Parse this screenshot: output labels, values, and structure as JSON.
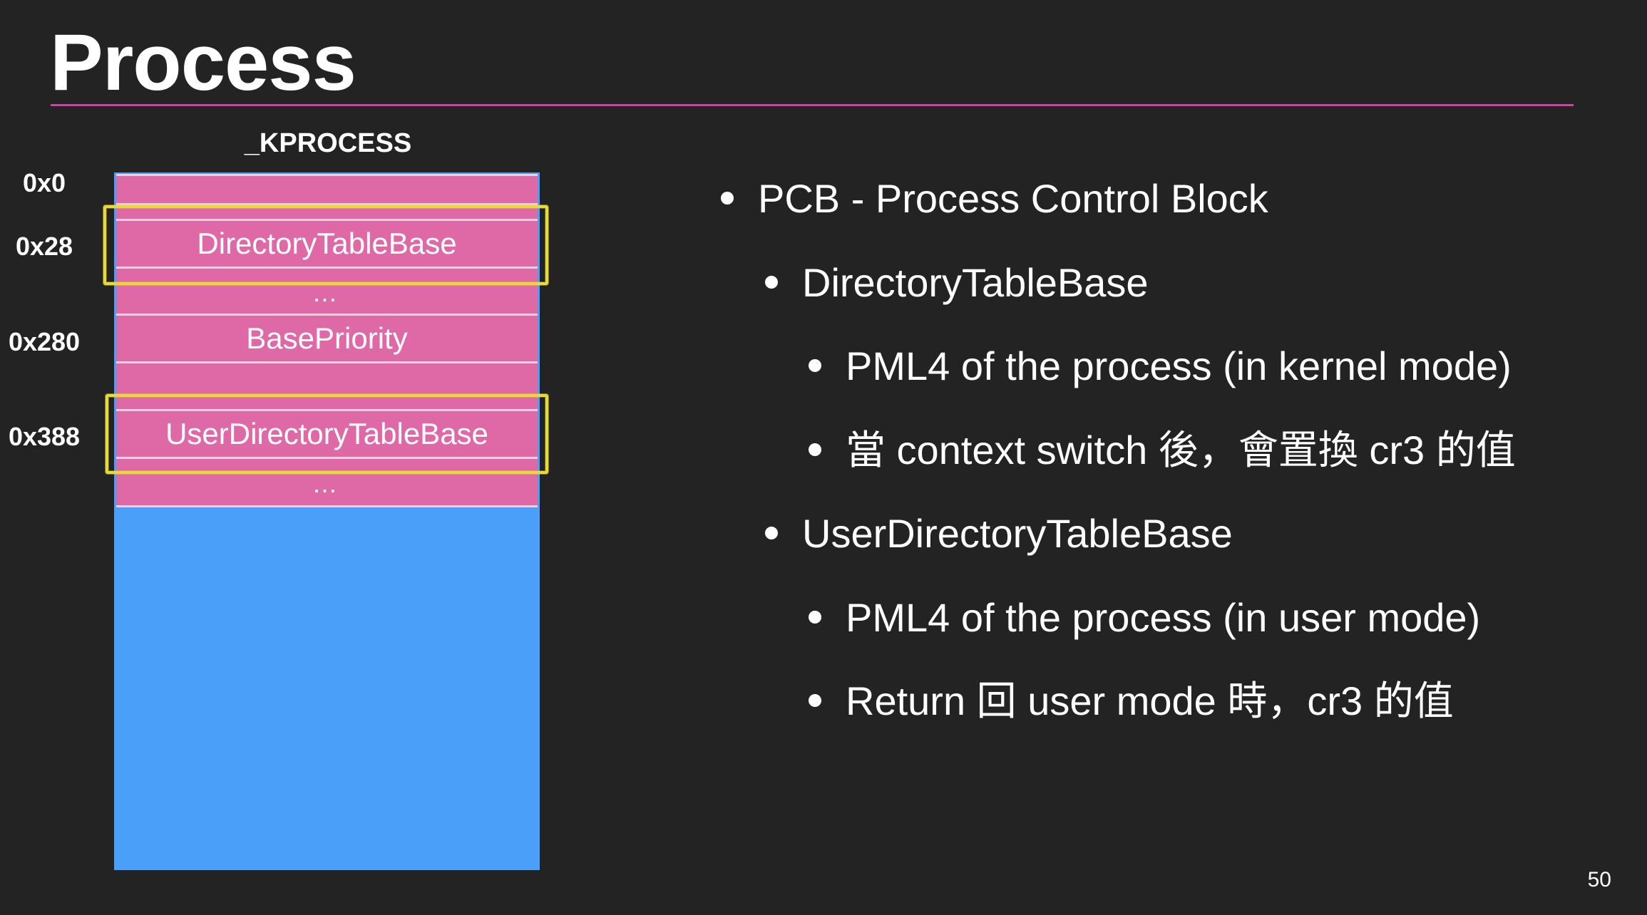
{
  "slide": {
    "title": "Process",
    "page_number": "50",
    "accent_color": "#d63fa8"
  },
  "diagram": {
    "struct_name": "_KPROCESS",
    "offsets": [
      "0x0",
      "0x28",
      "0x280",
      "0x388"
    ],
    "fields": [
      "",
      "",
      "DirectoryTableBase",
      "…",
      "BasePriority",
      "",
      "UserDirectoryTableBase",
      "…"
    ],
    "highlighted_fields": [
      "DirectoryTableBase",
      "UserDirectoryTableBase"
    ],
    "colors": {
      "struct_body": "#4aa0f8",
      "field_fill": "#df68a6",
      "highlight": "#e8d93a"
    }
  },
  "bullets": [
    {
      "level": 0,
      "text": "PCB - Process Control Block"
    },
    {
      "level": 1,
      "text": "DirectoryTableBase"
    },
    {
      "level": 2,
      "text": "PML4 of the process (in kernel mode)"
    },
    {
      "level": 2,
      "text": "當 context switch 後，會置換 cr3 的值"
    },
    {
      "level": 1,
      "text": "UserDirectoryTableBase"
    },
    {
      "level": 2,
      "text": "PML4 of the process (in user mode)"
    },
    {
      "level": 2,
      "text": "Return 回 user mode 時，cr3 的值"
    }
  ]
}
